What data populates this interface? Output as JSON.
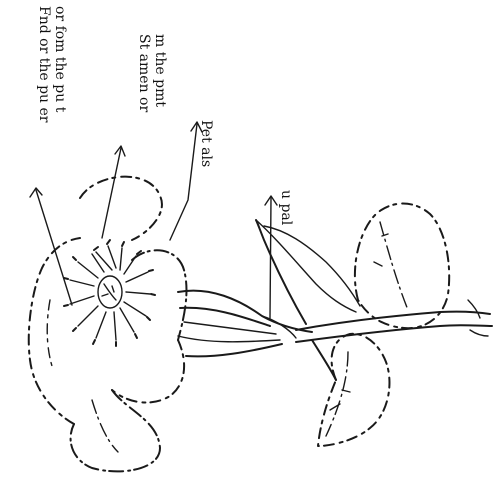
{
  "diagram": {
    "labels": [
      {
        "id": "ovary",
        "lines": [
          "Fnd or the pu er",
          "or fom the pu t"
        ]
      },
      {
        "id": "stamen",
        "lines": [
          "St amen or",
          "m the pmt"
        ]
      },
      {
        "id": "petals",
        "lines": [
          "Pet als"
        ]
      },
      {
        "id": "sepal",
        "lines": [
          "u pal"
        ]
      }
    ],
    "ink_color": "#1a1a1a",
    "paper_color": "#ffffff"
  }
}
